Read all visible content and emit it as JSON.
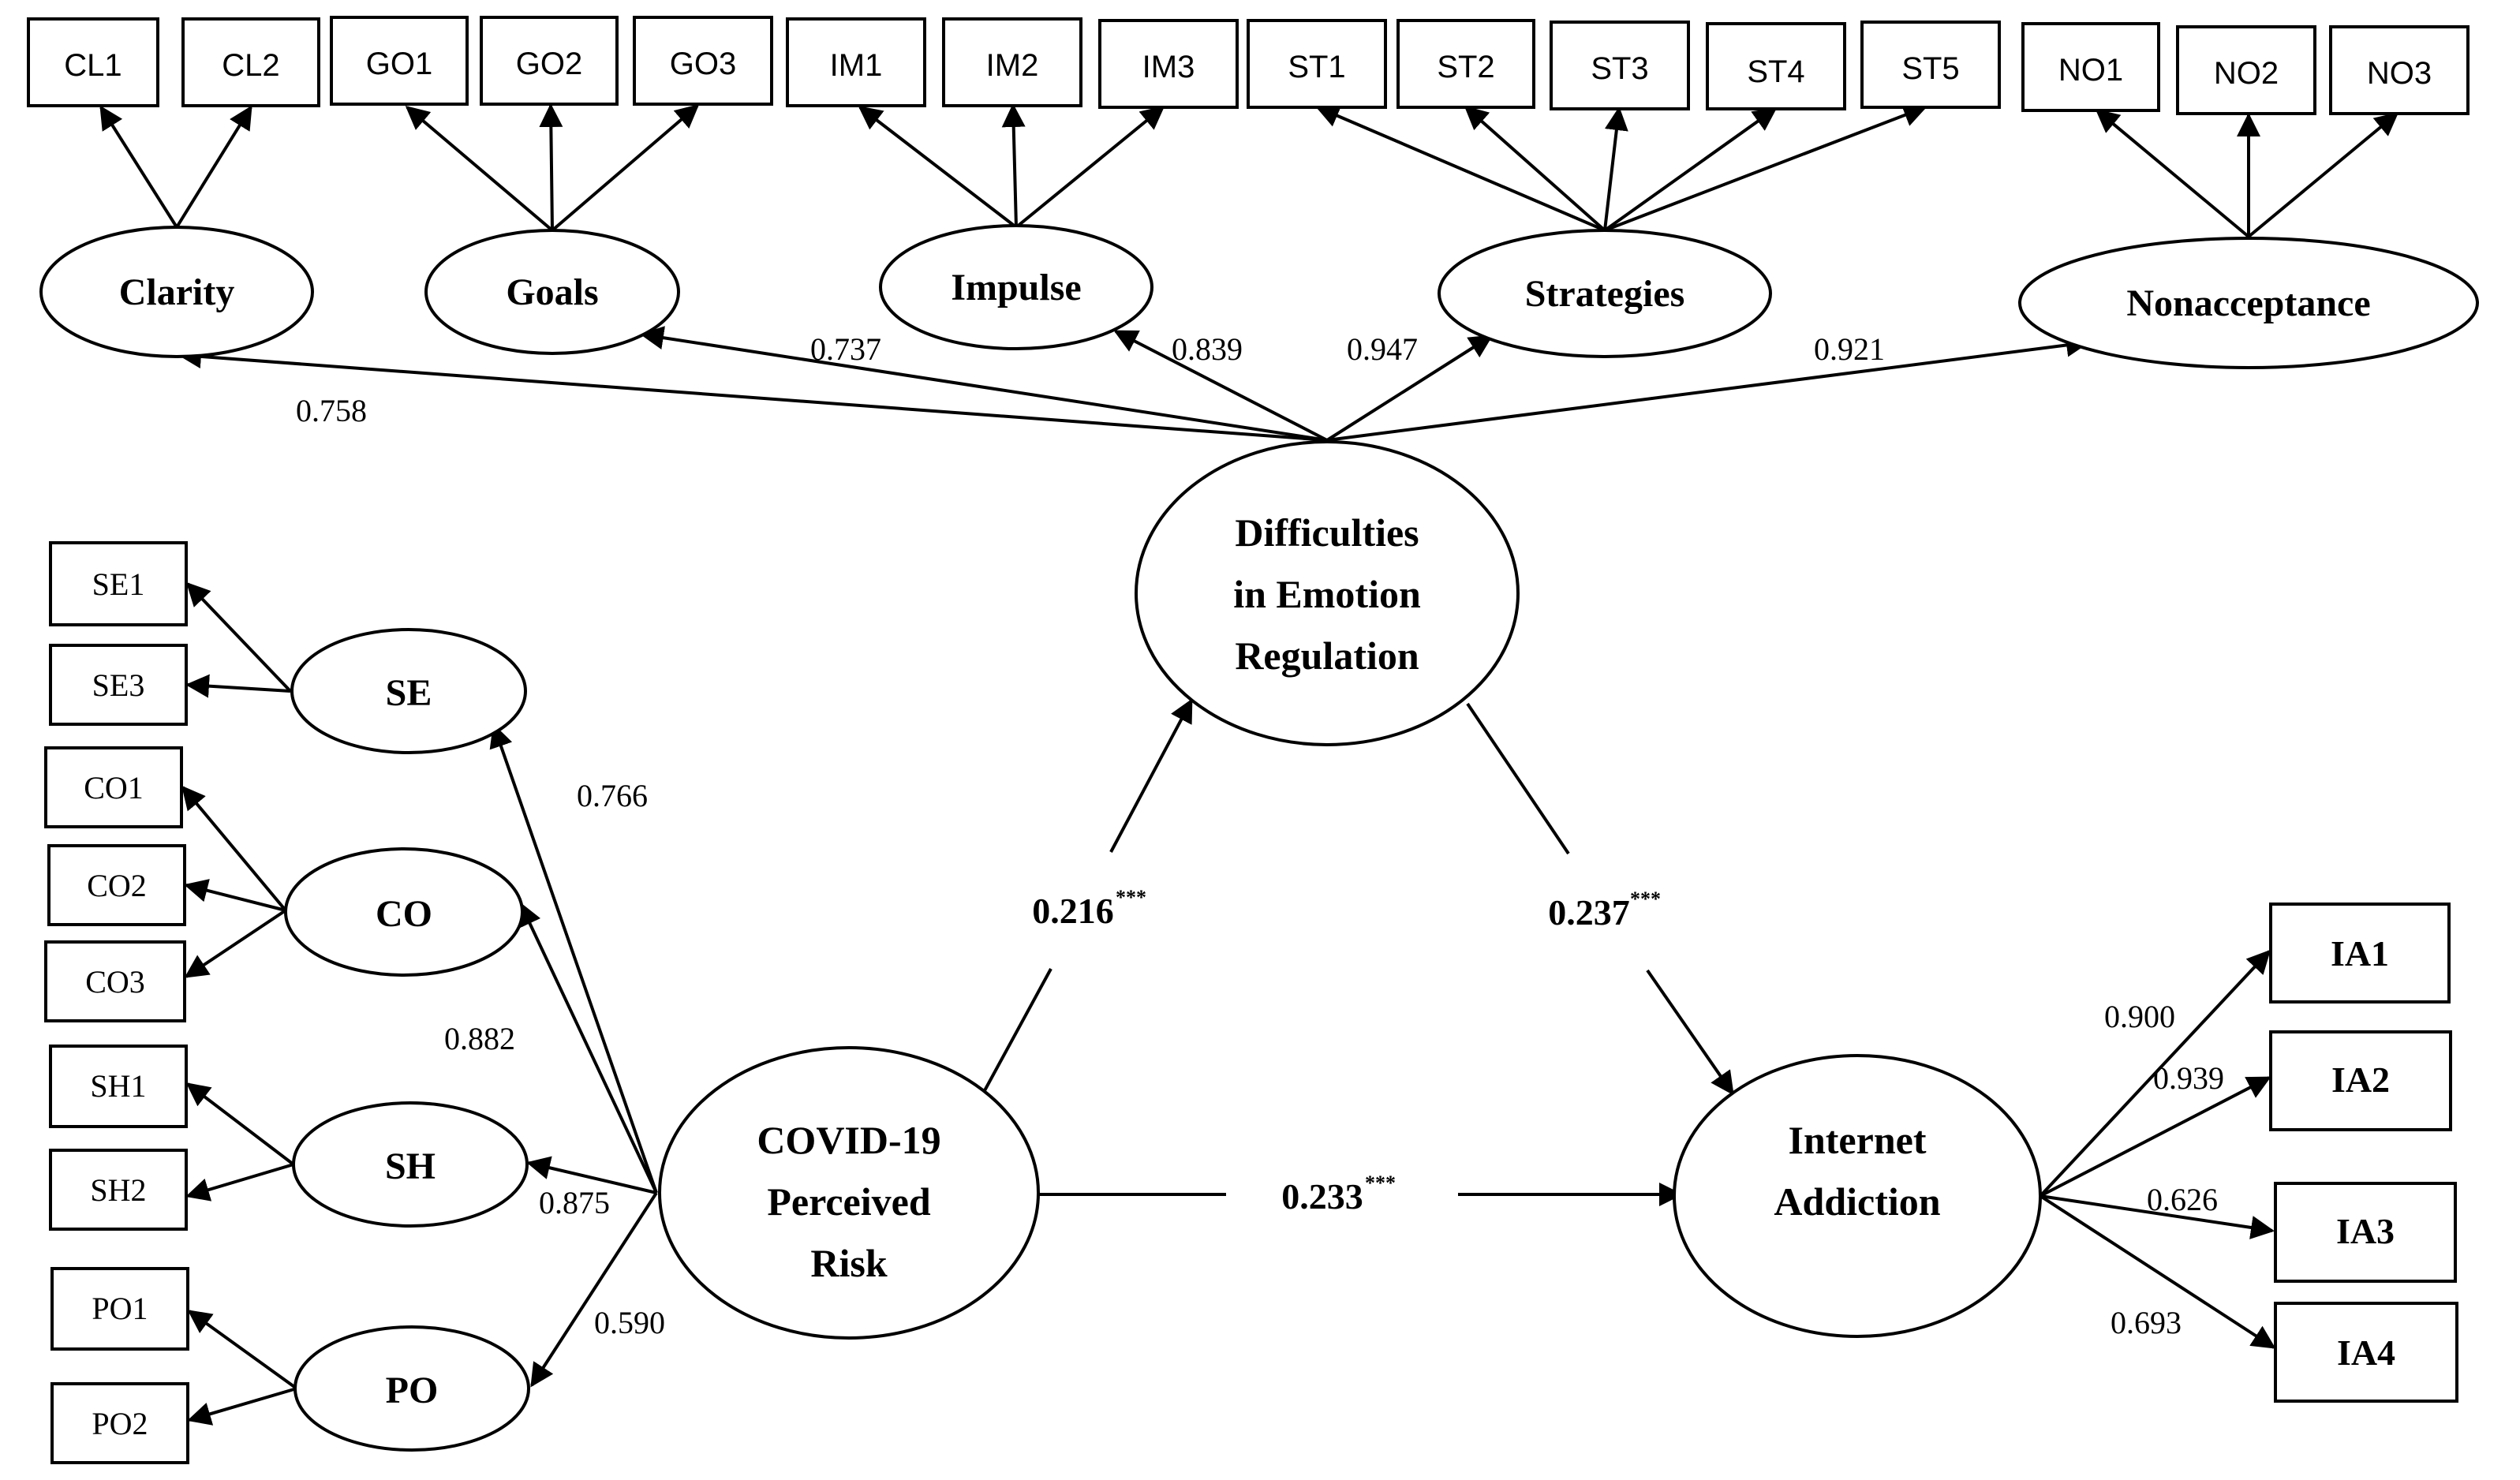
{
  "diagram": {
    "latent": {
      "clarity": "Clarity",
      "goals": "Goals",
      "impulse": "Impulse",
      "strategies": "Strategies",
      "nonacceptance": "Nonacceptance",
      "der_line1": "Difficulties",
      "der_line2": "in Emotion",
      "der_line3": "Regulation",
      "se": "SE",
      "co": "CO",
      "sh": "SH",
      "po": "PO",
      "covid_line1": "COVID-19",
      "covid_line2": "Perceived",
      "covid_line3": "Risk",
      "ia_line1": "Internet",
      "ia_line2": "Addiction"
    },
    "indicators": {
      "cl1": "CL1",
      "cl2": "CL2",
      "go1": "GO1",
      "go2": "GO2",
      "go3": "GO3",
      "im1": "IM1",
      "im2": "IM2",
      "im3": "IM3",
      "st1": "ST1",
      "st2": "ST2",
      "st3": "ST3",
      "st4": "ST4",
      "st5": "ST5",
      "no1": "NO1",
      "no2": "NO2",
      "no3": "NO3",
      "se1": "SE1",
      "se3": "SE3",
      "co1": "CO1",
      "co2": "CO2",
      "co3": "CO3",
      "sh1": "SH1",
      "sh2": "SH2",
      "po1": "PO1",
      "po2": "PO2",
      "ia1": "IA1",
      "ia2": "IA2",
      "ia3": "IA3",
      "ia4": "IA4"
    },
    "loadings": {
      "clarity": "0.758",
      "goals": "0.737",
      "impulse": "0.839",
      "strategies": "0.947",
      "nonacceptance": "0.921",
      "se": "0.766",
      "co": "0.882",
      "sh": "0.875",
      "po": "0.590",
      "ia1": "0.900",
      "ia2": "0.939",
      "ia3": "0.626",
      "ia4": "0.693"
    },
    "paths": {
      "covid_to_der": "0.216",
      "der_to_ia": "0.237",
      "covid_to_ia": "0.233",
      "significance": "***"
    }
  }
}
